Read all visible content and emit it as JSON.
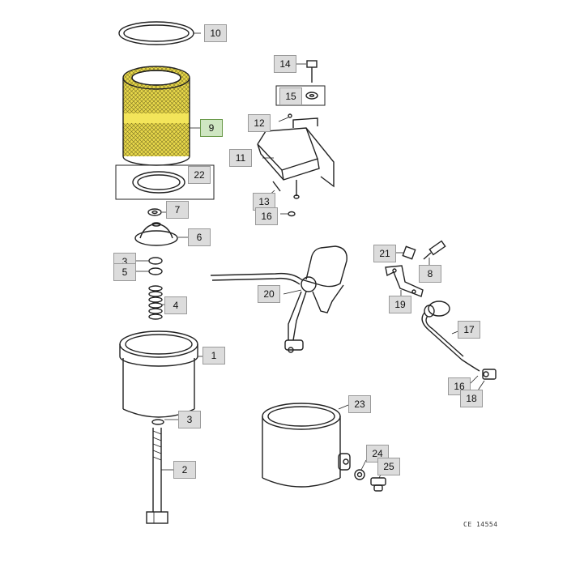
{
  "diagram": {
    "reference_code": "CE 14554",
    "highlight_color": "#e8d84a",
    "highlighted_part": "9",
    "callouts": {
      "c1": "1",
      "c2": "2",
      "c3a": "3",
      "c3b": "3",
      "c4": "4",
      "c5": "5",
      "c6": "6",
      "c7": "7",
      "c8": "8",
      "c9": "9",
      "c10": "10",
      "c11": "11",
      "c12": "12",
      "c13": "13",
      "c14": "14",
      "c15": "15",
      "c16a": "16",
      "c16b": "16",
      "c17": "17",
      "c18": "18",
      "c19": "19",
      "c20": "20",
      "c21": "21",
      "c22": "22",
      "c23": "23",
      "c24": "24",
      "c25": "25"
    }
  }
}
